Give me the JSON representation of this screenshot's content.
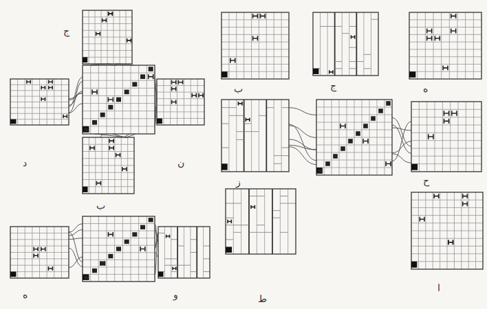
{
  "diagram": {
    "labels": [
      "ج",
      "د",
      "ن",
      "ب",
      "ه",
      "و",
      "ب",
      "ج",
      "ه",
      "ز",
      "ح",
      "ط",
      "ا"
    ]
  }
}
